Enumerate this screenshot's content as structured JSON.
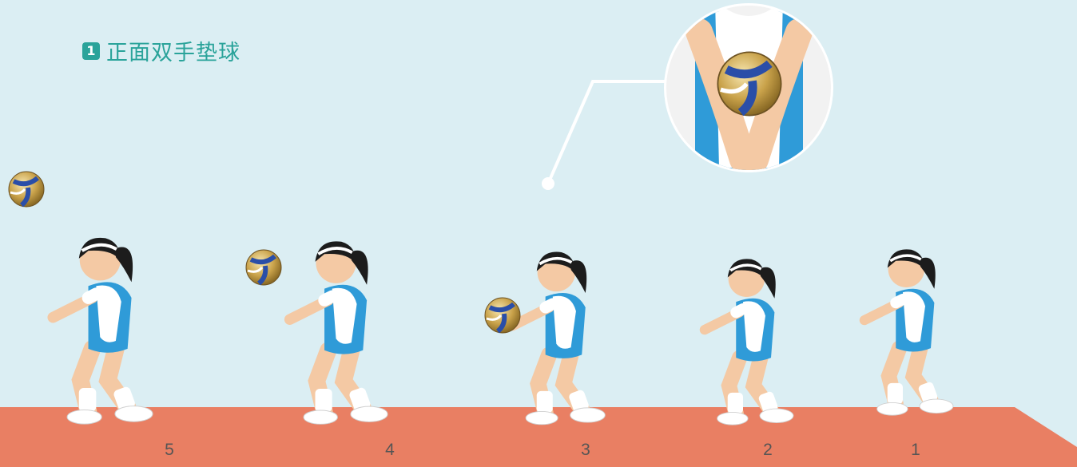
{
  "title": {
    "badge": "1",
    "text": "正面双手垫球"
  },
  "steps": [
    "5",
    "4",
    "3",
    "2",
    "1"
  ],
  "colors": {
    "background": "#dbeef3",
    "floor": "#e97f63",
    "accent": "#2aa39a",
    "uniform_blue": "#2f9bd8",
    "uniform_white": "#ffffff",
    "skin": "#f4c9a4",
    "hair": "#1c1c1c"
  }
}
